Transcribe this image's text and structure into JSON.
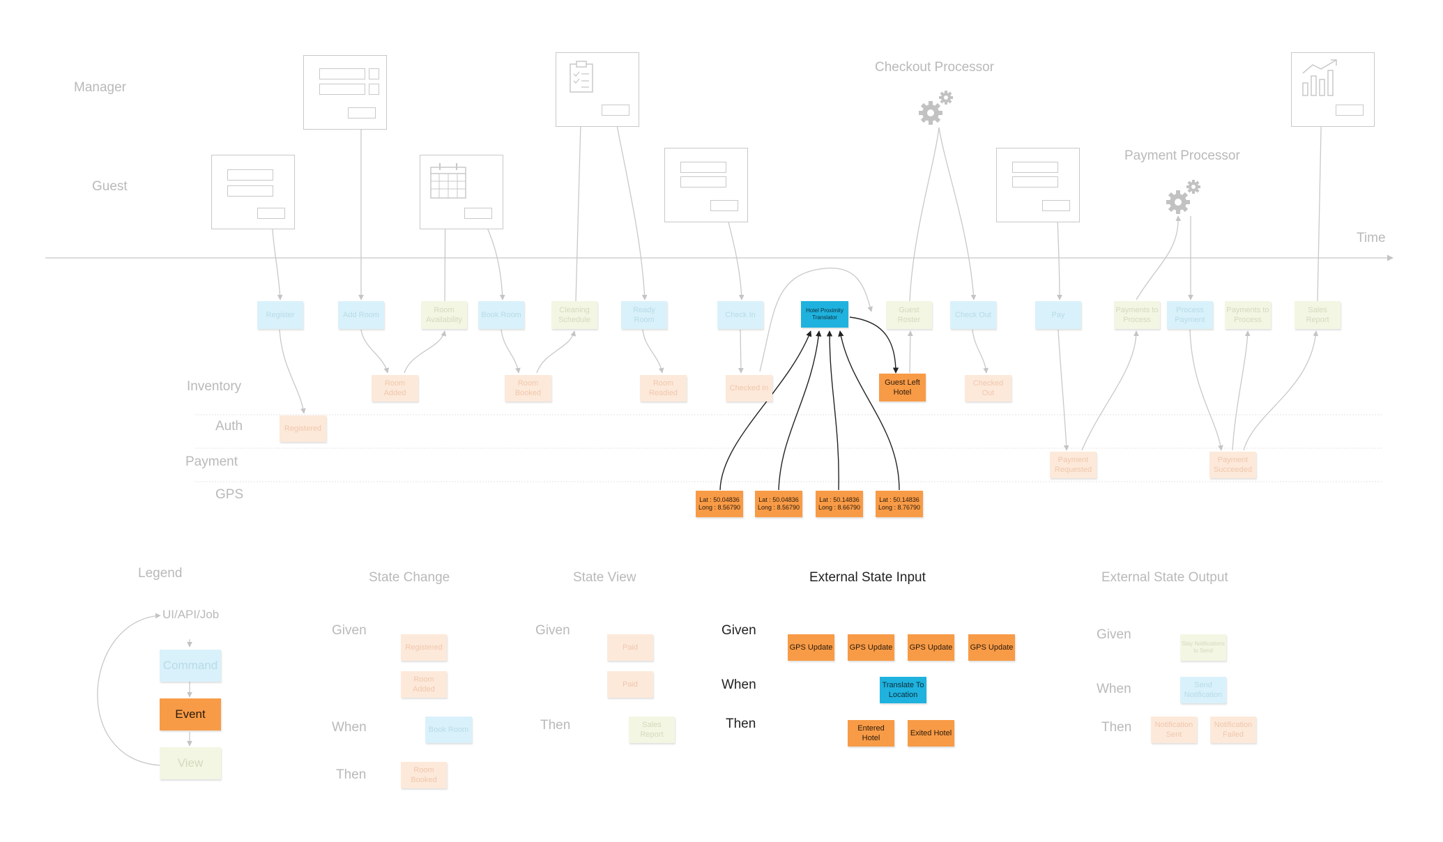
{
  "actors": {
    "manager": "Manager",
    "guest": "Guest",
    "checkout_processor": "Checkout Processor",
    "payment_processor": "Payment Processor"
  },
  "timeline": {
    "label": "Time"
  },
  "lanes": {
    "inventory": "Inventory",
    "auth": "Auth",
    "payment": "Payment",
    "gps": "GPS"
  },
  "commands": {
    "register": "Register",
    "add_room": "Add Room",
    "book_room": "Book Room",
    "check_in": "Check In",
    "check_out": "Check Out",
    "pay": "Pay",
    "process_payment": "Process Payment"
  },
  "views": {
    "room_availability": "Room Availability",
    "cleaning_schedule": "Cleaning Schedule",
    "ready_room": "Ready Room",
    "guest_roster": "Guest Roster",
    "payments_to_process_1": "Payments to Process",
    "payments_to_process_2": "Payments to Process",
    "sales_report": "Sales Report"
  },
  "translator": "Hotel Proximity Translator",
  "events": {
    "room_added": "Room Added",
    "room_booked": "Room Booked",
    "room_readied": "Room Readied",
    "checked_in": "Checked In",
    "guest_left_hotel": "Guest Left Hotel",
    "checked_out": "Checked Out",
    "registered": "Registered",
    "payment_requested": "Payment Requested",
    "payment_succeeded": "Payment Succeeded"
  },
  "gps_events": [
    {
      "lat": "Lat : 50.04836",
      "long": "Long : 8.56790"
    },
    {
      "lat": "Lat : 50.04836",
      "long": "Long : 8.56790"
    },
    {
      "lat": "Lat : 50.14836",
      "long": "Long : 8.66790"
    },
    {
      "lat": "Lat : 50.14836",
      "long": "Long : 8.76790"
    }
  ],
  "legend": {
    "title": "Legend",
    "ui": "UI/API/Job",
    "command": "Command",
    "event": "Event",
    "view": "View"
  },
  "patterns": {
    "given": "Given",
    "when": "When",
    "then": "Then",
    "state_change": {
      "title": "State Change",
      "given_1": "Registered",
      "given_2": "Room Added",
      "when": "Book Room",
      "then": "Room Booked"
    },
    "state_view": {
      "title": "State View",
      "given_1": "Paid",
      "given_2": "Paid",
      "then": "Sales Report"
    },
    "external_input": {
      "title": "External State Input",
      "given": [
        "GPS Update",
        "GPS Update",
        "GPS Update",
        "GPS Update"
      ],
      "when": "Translate To Location",
      "then_1": "Entered Hotel",
      "then_2": "Exited Hotel"
    },
    "external_output": {
      "title": "External State Output",
      "given": "Stay Notifications to Send",
      "when": "Send Notification",
      "then_1": "Notification Sent",
      "then_2": "Notification Failed"
    }
  }
}
